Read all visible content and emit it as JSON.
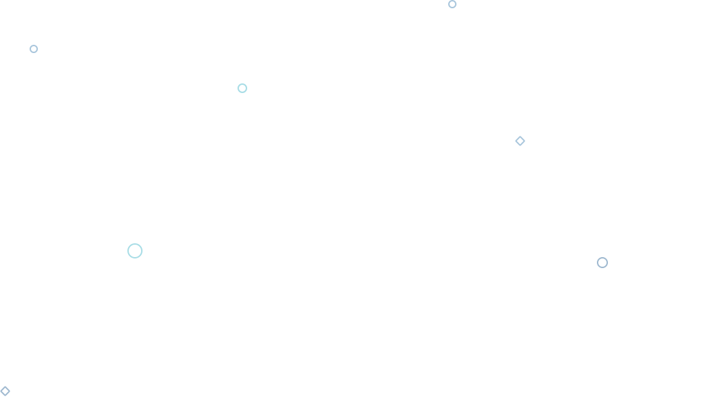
{
  "colors": {
    "background": "#ffffff",
    "teal": "#a8dde6",
    "blue": "#a9c6dc",
    "steel": "#9fb9d0"
  },
  "shapes": [
    {
      "id": "ring-a",
      "kind": "ring-icon",
      "color": "#a9c6dc"
    },
    {
      "id": "ring-b",
      "kind": "ring-icon",
      "color": "#a8dde6"
    },
    {
      "id": "ring-c",
      "kind": "ring-icon",
      "color": "#a9c6dc"
    },
    {
      "id": "diamond-a",
      "kind": "diamond-icon",
      "color": "#a9c6dc"
    },
    {
      "id": "ring-d",
      "kind": "ring-icon",
      "color": "#a8dde6"
    },
    {
      "id": "ring-e",
      "kind": "ring-icon",
      "color": "#9fb9d0"
    },
    {
      "id": "diamond-b",
      "kind": "diamond-icon",
      "color": "#9fb9d0"
    }
  ]
}
